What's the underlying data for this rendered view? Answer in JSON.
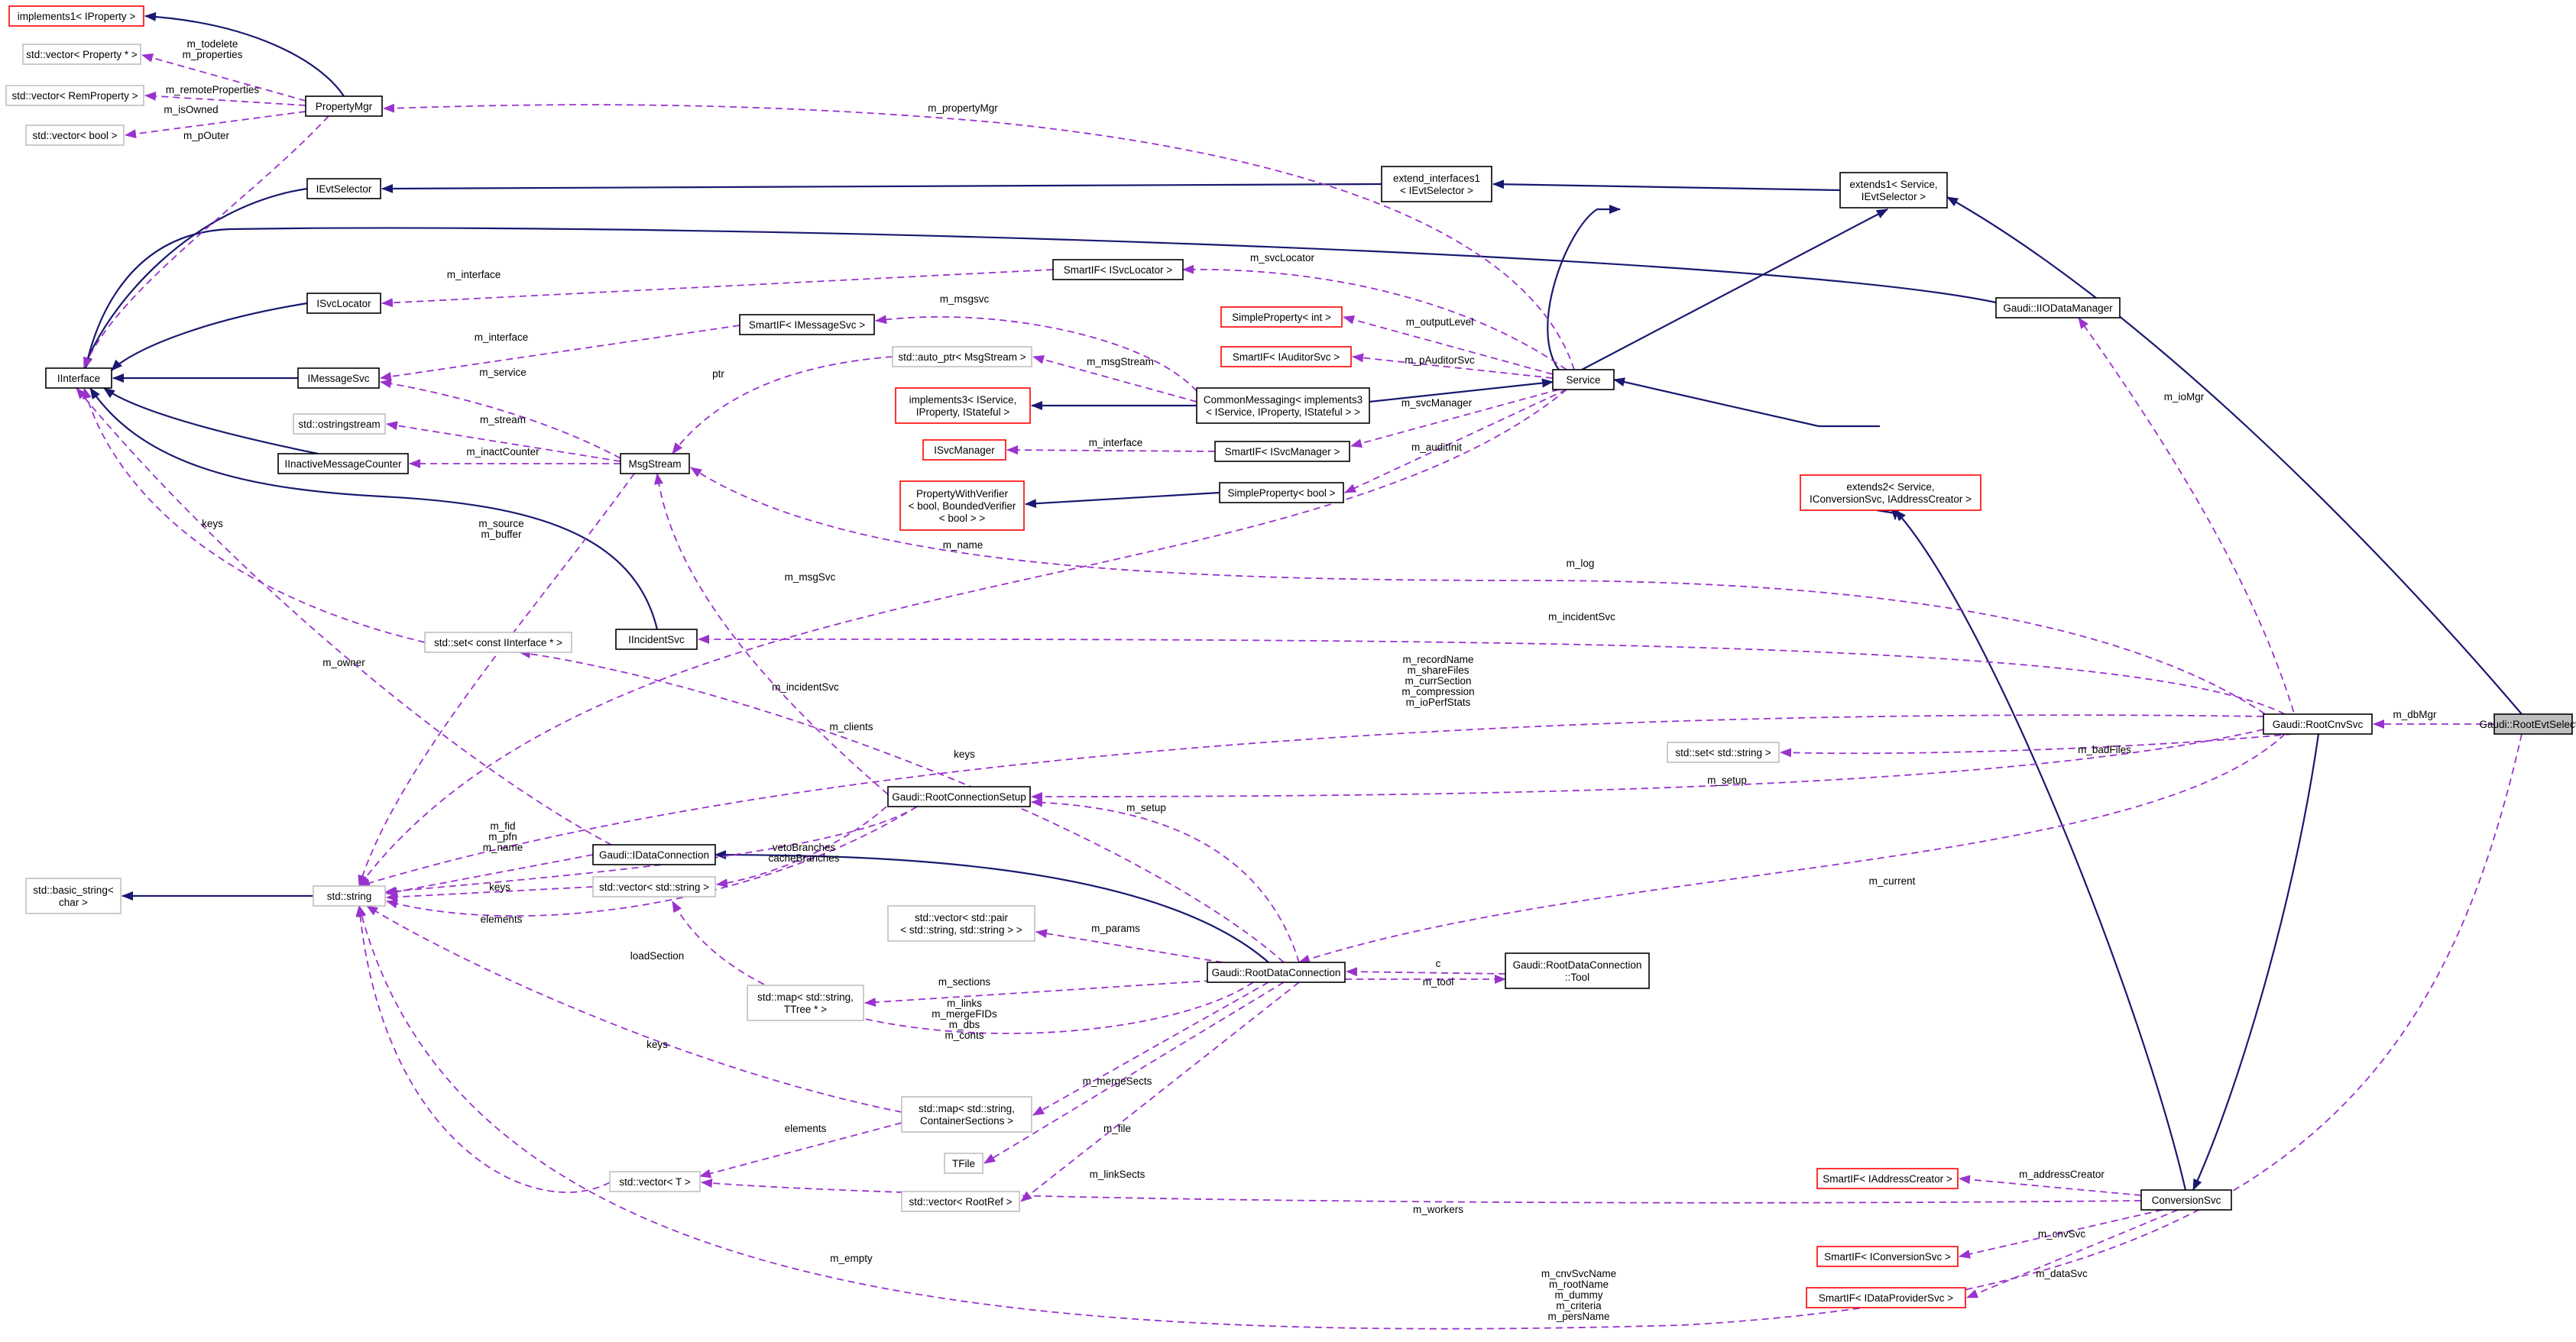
{
  "colors": {
    "inheritance_edge": "#191970",
    "usage_edge": "#9a32cd",
    "documented_border": "#000000",
    "undocumented_border": "#bfbfbf",
    "truncated_border": "#ff0000",
    "highlight_fill": "#bfbfbf",
    "background": "#ffffff"
  },
  "nodes": {
    "implements1_iproperty": [
      "implements1< IProperty >"
    ],
    "vector_property": [
      "std::vector< Property * >"
    ],
    "vector_remproperty": [
      "std::vector< RemProperty >"
    ],
    "vector_bool": [
      "std::vector< bool >"
    ],
    "propertymgr": [
      "PropertyMgr"
    ],
    "ievtselector": [
      "IEvtSelector"
    ],
    "extend_interfaces1": [
      "extend_interfaces1",
      "< IEvtSelector >"
    ],
    "extends1": [
      "extends1< Service,",
      "IEvtSelector >"
    ],
    "isvclocator": [
      "ISvcLocator"
    ],
    "smartif_isvclocator": [
      "SmartIF< ISvcLocator >"
    ],
    "giodatamanager": [
      "Gaudi::IIODataManager"
    ],
    "iinterface": [
      "IInterface"
    ],
    "imessagesvc": [
      "IMessageSvc"
    ],
    "smartif_imessagesvc": [
      "SmartIF< IMessageSvc >"
    ],
    "simpleproperty_int": [
      "SimpleProperty< int >"
    ],
    "smartif_iauditorsvc": [
      "SmartIF< IAuditorSvc >"
    ],
    "auto_ptr_msgstream": [
      "std::auto_ptr< MsgStream >"
    ],
    "implements3": [
      "implements3< IService,",
      "IProperty, IStateful >"
    ],
    "commonmessaging": [
      "CommonMessaging< implements3",
      "< IService, IProperty, IStateful > >"
    ],
    "service": [
      "Service"
    ],
    "ostringstream": [
      "std::ostringstream"
    ],
    "iinactivemessagecounter": [
      "IInactiveMessageCounter"
    ],
    "msgstream": [
      "MsgStream"
    ],
    "isvcmanager": [
      "ISvcManager"
    ],
    "smartif_isvcmanager": [
      "SmartIF< ISvcManager >"
    ],
    "propertywithverifier": [
      "PropertyWithVerifier",
      "< bool, BoundedVerifier",
      "< bool > >"
    ],
    "simpleproperty_bool": [
      "SimpleProperty< bool >"
    ],
    "extends2": [
      "extends2< Service,",
      "IConversionSvc, IAddressCreator >"
    ],
    "set_iinterface": [
      "std::set< const IInterface * >"
    ],
    "iincidentsvc": [
      "IIncidentSvc"
    ],
    "rootcnvsvc": [
      "Gaudi::RootCnvSvc"
    ],
    "rootevtselector": [
      "Gaudi::RootEvtSelector"
    ],
    "set_string": [
      "std::set< std::string >"
    ],
    "rootconnectionsetup": [
      "Gaudi::RootConnectionSetup"
    ],
    "basic_string": [
      "std::basic_string<",
      "char >"
    ],
    "std_string": [
      "std::string"
    ],
    "idataconnection": [
      "Gaudi::IDataConnection"
    ],
    "vector_string": [
      "std::vector< std::string >"
    ],
    "vector_pair": [
      "std::vector< std::pair",
      "< std::string, std::string > >"
    ],
    "rootdataconnection": [
      "Gaudi::RootDataConnection"
    ],
    "rootdataconnection_tool": [
      "Gaudi::RootDataConnection",
      "::Tool"
    ],
    "map_ttree": [
      "std::map< std::string,",
      "TTree * >"
    ],
    "map_containersections": [
      "std::map< std::string,",
      "ContainerSections >"
    ],
    "tfile": [
      "TFile"
    ],
    "vector_t": [
      "std::vector< T >"
    ],
    "vector_rootref": [
      "std::vector< RootRef >"
    ],
    "smartif_iaddresscreator": [
      "SmartIF< IAddressCreator >"
    ],
    "conversionsvc": [
      "ConversionSvc"
    ],
    "smartif_iconversionsvc": [
      "SmartIF< IConversionSvc >"
    ],
    "smartif_idataprovidersvc": [
      "SmartIF< IDataProviderSvc >"
    ]
  },
  "edge_labels": {
    "todelete_properties": [
      "m_todelete",
      "m_properties"
    ],
    "remoteproperties": [
      "m_remoteProperties"
    ],
    "isowned": [
      "m_isOwned"
    ],
    "pouter": [
      "m_pOuter"
    ],
    "propertymgr": [
      "m_propertyMgr"
    ],
    "svclocator": [
      "m_svcLocator"
    ],
    "interface_1": [
      "m_interface"
    ],
    "outputlevel": [
      "m_outputLevel"
    ],
    "msgsvc_a": [
      "m_msgsvc"
    ],
    "interface_2": [
      "m_interface"
    ],
    "pauditorsvc": [
      "m_pAuditorSvc"
    ],
    "ptr": [
      "ptr"
    ],
    "msgstream": [
      "m_msgStream"
    ],
    "service": [
      "m_service"
    ],
    "svcmanager": [
      "m_svcManager"
    ],
    "stream": [
      "m_stream"
    ],
    "inactcounter": [
      "m_inactCounter"
    ],
    "interface_3": [
      "m_interface"
    ],
    "auditinit": [
      "m_auditInit"
    ],
    "source_buffer": [
      "m_source",
      "m_buffer"
    ],
    "keys_1": [
      "keys"
    ],
    "name": [
      "m_name"
    ],
    "log": [
      "m_log"
    ],
    "msgsvc_b": [
      "m_msgSvc"
    ],
    "ionmgr": [
      "m_ioMgr"
    ],
    "incidentsvc_a": [
      "m_incidentSvc"
    ],
    "owner": [
      "m_owner"
    ],
    "rootcnv_strings": [
      "m_recordName",
      "m_shareFiles",
      "m_currSection",
      "m_compression",
      "m_ioPerfStats"
    ],
    "dbmgr": [
      "m_dbMgr"
    ],
    "incidentsvc_b": [
      "m_incidentSvc"
    ],
    "clients": [
      "m_clients"
    ],
    "keys_2": [
      "keys"
    ],
    "badfiles": [
      "m_badFiles"
    ],
    "setup_a": [
      "m_setup"
    ],
    "setup_b": [
      "m_setup"
    ],
    "fid_pfn_name": [
      "m_fid",
      "m_pfn",
      "m_name"
    ],
    "vetobranches": [
      "vetoBranches",
      "cacheBranches"
    ],
    "keys_3": [
      "keys"
    ],
    "elements_1": [
      "elements"
    ],
    "current": [
      "m_current"
    ],
    "params": [
      "m_params"
    ],
    "loadsection": [
      "loadSection"
    ],
    "c": [
      "c"
    ],
    "tool": [
      "m_tool"
    ],
    "sections": [
      "m_sections"
    ],
    "links_group": [
      "m_links",
      "m_mergeFIDs",
      "m_dbs",
      "m_conts"
    ],
    "keys_4": [
      "keys"
    ],
    "mergesects": [
      "m_mergeSects"
    ],
    "elements_2": [
      "elements"
    ],
    "file": [
      "m_file"
    ],
    "linksects": [
      "m_linkSects"
    ],
    "addresscreator": [
      "m_addressCreator"
    ],
    "workers": [
      "m_workers"
    ],
    "empty": [
      "m_empty"
    ],
    "cnvsvc": [
      "m_cnvSvc"
    ],
    "datasvc": [
      "m_dataSvc"
    ],
    "evtsel_strings": [
      "m_cnvSvcName",
      "m_rootName",
      "m_dummy",
      "m_criteria",
      "m_persName"
    ]
  }
}
